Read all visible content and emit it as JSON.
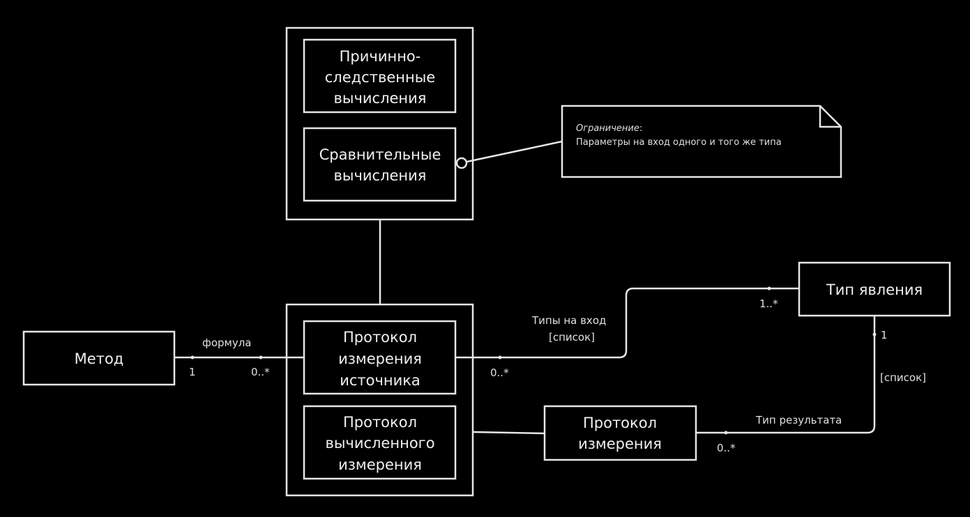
{
  "nodes": {
    "cause_effect": [
      "Причинно-",
      "следственные",
      "вычисления"
    ],
    "comparative": [
      "Сравнительные",
      "вычисления"
    ],
    "source_protocol": [
      "Протокол",
      "измерения",
      "источника"
    ],
    "computed_protocol": [
      "Протокол",
      "вычисленного",
      "измерения"
    ],
    "method": "Метод",
    "phenomenon_type": "Тип явления",
    "measurement_protocol": [
      "Протокол",
      "измерения"
    ]
  },
  "note": {
    "title": "Ограничение",
    "title_suffix": ":",
    "text": "Параметры на вход одного и того же типа"
  },
  "edges": {
    "method_to_protocol": {
      "label": "формула",
      "source_mult": "1",
      "target_mult": "0..*"
    },
    "protocol_to_type": {
      "label_line1": "Типы на вход",
      "label_line2": "[список]",
      "source_mult": "0..*",
      "target_mult": "1..*"
    },
    "measurement_to_type": {
      "label": "Тип результата",
      "list_label": "[список]",
      "source_mult": "0..*",
      "target_mult": "1"
    }
  },
  "colors": {
    "background": "#000000",
    "stroke": "#e6e6e6",
    "text": "#f0f0f0"
  }
}
